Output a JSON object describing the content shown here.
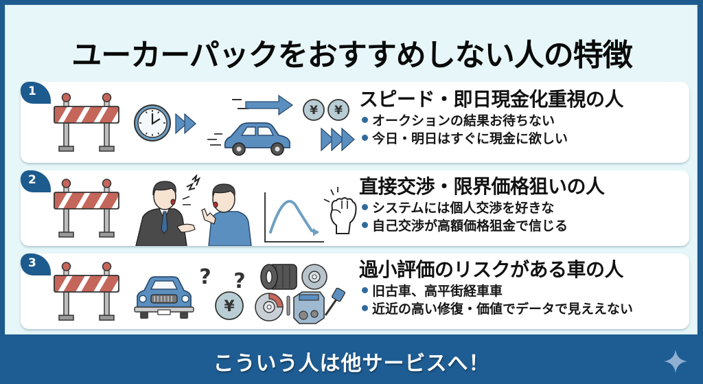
{
  "title": "ユーカーパックをおすすめしない人の特徴",
  "colors": {
    "frame": "#1d5a8e",
    "panel": "#e7f7f9",
    "card": "#ffffff",
    "accent_blue": "#5b8fc0",
    "barrier_red": "#c4665a",
    "bullet_dot": "#2f6a9c"
  },
  "cards": [
    {
      "number": "1",
      "heading": "スピード・即日現金化重視の人",
      "bullets": [
        "オークションの結果お待ちない",
        "今日・明日はすぐに現金に欲しい"
      ],
      "icons": [
        "barrier-icon",
        "clock-icon",
        "fast-forward-icon",
        "speed-arrow-icon",
        "car-icon",
        "yen-coin-icon",
        "yen-coin-icon",
        "triple-forward-icon"
      ]
    },
    {
      "number": "2",
      "heading": "直接交渉・限界価格狙いの人",
      "bullets": [
        "システムには個人交渉を好きな",
        "自己交渉が高額価格狙金で信じる"
      ],
      "icons": [
        "barrier-icon",
        "negotiating-people-icon",
        "price-curve-chart-icon",
        "fist-icon"
      ]
    },
    {
      "number": "3",
      "heading": "過小評価のリスクがある車の人",
      "bullets": [
        "旧古車、高平街経車車",
        "近近の高い修復・価値でデータで見ええない"
      ],
      "icons": [
        "barrier-icon",
        "car-front-icon",
        "question-mark-icon",
        "yen-coin-icon",
        "tires-icon",
        "brake-disc-icon",
        "engine-parts-icon"
      ]
    }
  ],
  "footer": {
    "text": "こういう人は他サービスへ！",
    "icon": "sparkle-icon"
  }
}
